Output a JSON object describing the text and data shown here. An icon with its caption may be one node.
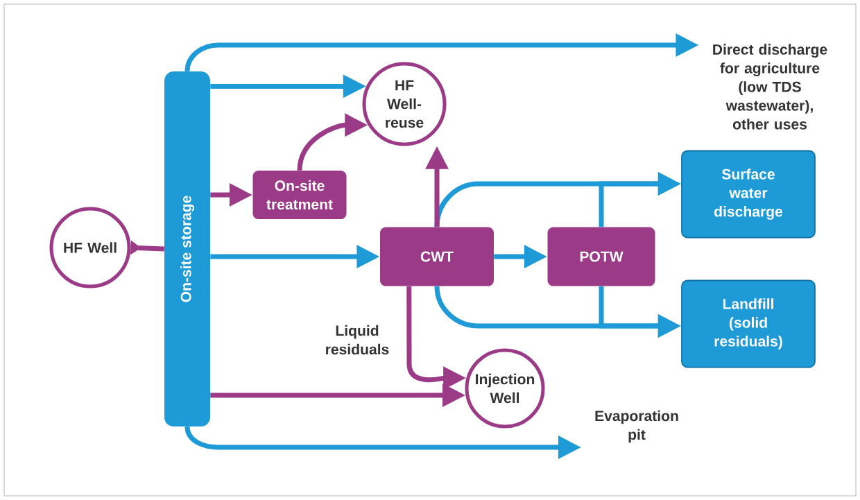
{
  "diagram": {
    "nodes": [
      {
        "text": [
          "HF Well"
        ]
      },
      {
        "text": [
          "On-site storage"
        ]
      },
      {
        "text": [
          "HF Well-reuse"
        ]
      },
      {
        "text": [
          "On-site treatment"
        ]
      },
      {
        "text": [
          "CWT"
        ]
      },
      {
        "text": [
          "POTW"
        ]
      },
      {
        "text": [
          "Direct discharge for agriculture (low TDS wastewater), other uses"
        ]
      },
      {
        "text": [
          "Surface water discharge"
        ]
      },
      {
        "text": [
          "Landfill (solid residuals)"
        ]
      },
      {
        "text": [
          "Injection Well"
        ]
      },
      {
        "text": [
          "Evaporation pit"
        ]
      }
    ],
    "edges": [
      {
        "from": 0,
        "to": 1,
        "arrow": "to",
        "color": "#9b3b87"
      },
      {
        "from": 1,
        "to": 6,
        "arrow": "to"
      },
      {
        "from": 1,
        "to": 2,
        "arrow": "to"
      },
      {
        "from": 1,
        "to": 3,
        "arrow": "to",
        "color": "#9b3b87"
      },
      {
        "from": 3,
        "to": 2,
        "arrow": "to",
        "color": "#9b3b87"
      },
      {
        "from": 1,
        "to": 4,
        "arrow": "to"
      },
      {
        "from": 4,
        "to": 7,
        "arrow": "to"
      },
      {
        "from": 4,
        "to": 8,
        "arrow": "to"
      },
      {
        "from": 5,
        "to": 7,
        "arrow": "to"
      },
      {
        "from": 5,
        "to": 8,
        "arrow": "to"
      },
      {
        "from": 4,
        "to": 2,
        "arrow": "to",
        "color": "#9b3b87"
      },
      {
        "from": 4,
        "to": 5,
        "arrow": "to"
      },
      {
        "from": 4,
        "to": 9,
        "arrow": "to",
        "label": "Liquid residuals",
        "color": "#9b3b87"
      },
      {
        "from": 1,
        "to": 9,
        "arrow": "to",
        "color": "#9b3b87"
      },
      {
        "from": 1,
        "to": 10,
        "arrow": "to"
      }
    ]
  }
}
